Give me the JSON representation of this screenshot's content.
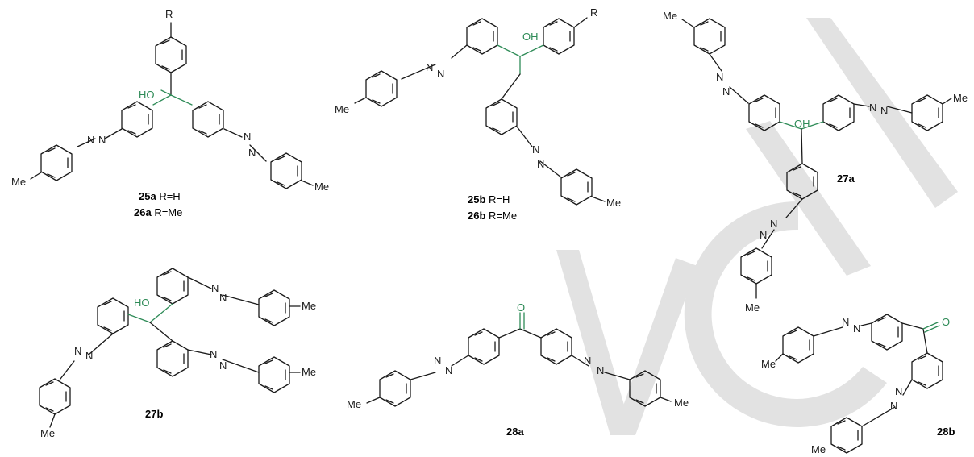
{
  "watermark": {
    "letters": [
      "V",
      "C",
      "H"
    ],
    "color": "#e2e2e2"
  },
  "accent_color": "#2e8b57",
  "compounds": {
    "c25a": {
      "id": "25a",
      "sub": " R=H"
    },
    "c26a": {
      "id": "26a",
      "sub": " R=Me"
    },
    "c25b": {
      "id": "25b",
      "sub": " R=H"
    },
    "c26b": {
      "id": "26b",
      "sub": " R=Me"
    },
    "c27a": {
      "id": "27a"
    },
    "c27b": {
      "id": "27b"
    },
    "c28a": {
      "id": "28a"
    },
    "c28b": {
      "id": "28b"
    }
  },
  "atoms": {
    "r": "R",
    "me": "Me",
    "n": "N",
    "oh": "OH",
    "ho": "HO",
    "o": "O"
  }
}
